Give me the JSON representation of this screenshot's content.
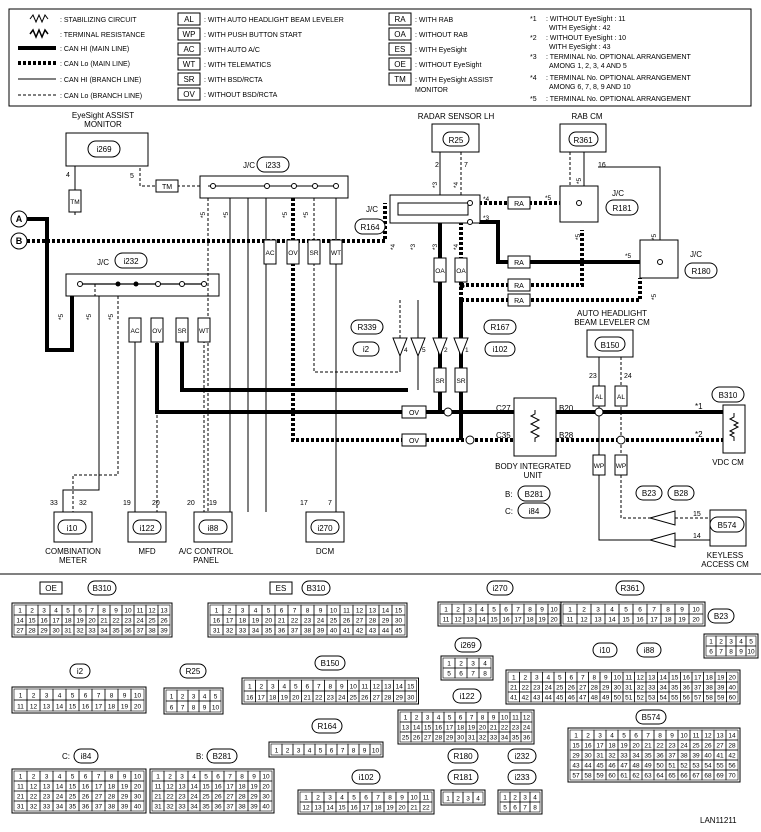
{
  "legend": {
    "left": [
      {
        "label": ": STABILIZING CIRCUIT",
        "style": "zigzag"
      },
      {
        "label": ": TERMINAL RESISTANCE",
        "style": "resistor"
      },
      {
        "label": ": CAN HI (MAIN LINE)",
        "style": "thick-solid"
      },
      {
        "label": ": CAN Lo (MAIN LINE)",
        "style": "thick-dotted"
      },
      {
        "label": ": CAN HI (BRANCH LINE)",
        "style": "thin-solid"
      },
      {
        "label": ": CAN Lo (BRANCH LINE)",
        "style": "thin-dashed"
      }
    ],
    "mid": [
      {
        "code": "AL",
        "label": ": WITH AUTO HEADLIGHT BEAM LEVELER"
      },
      {
        "code": "WP",
        "label": ": WITH PUSH BUTTON START"
      },
      {
        "code": "AC",
        "label": ": WITH AUTO A/C"
      },
      {
        "code": "WT",
        "label": ": WITH TELEMATICS"
      },
      {
        "code": "SR",
        "label": ": WITH BSD/RCTA"
      },
      {
        "code": "OV",
        "label": ": WITHOUT BSD/RCTA"
      }
    ],
    "right": [
      {
        "code": "RA",
        "label": ": WITH RAB"
      },
      {
        "code": "OA",
        "label": ": WITHOUT RAB"
      },
      {
        "code": "ES",
        "label": ": WITH EyeSight"
      },
      {
        "code": "OE",
        "label": ": WITHOUT EyeSight"
      },
      {
        "code": "TM",
        "label": ": WITH EyeSight ASSIST",
        "label2": "MONITOR"
      }
    ],
    "notes": [
      {
        "mark": "*1",
        "lines": [
          ": WITHOUT EyeSight : 11",
          "WITH EyeSight : 42"
        ]
      },
      {
        "mark": "*2",
        "lines": [
          ": WITHOUT EyeSight : 10",
          "WITH EyeSight : 43"
        ]
      },
      {
        "mark": "*3",
        "lines": [
          ": TERMINAL No. OPTIONAL ARRANGEMENT",
          "AMONG 1, 2, 3, 4 AND 5"
        ]
      },
      {
        "mark": "*4",
        "lines": [
          ": TERMINAL No. OPTIONAL ARRANGEMENT",
          "AMONG 6, 7, 8, 9 AND 10"
        ]
      },
      {
        "mark": "*5",
        "lines": [
          ": TERMINAL No. OPTIONAL ARRANGEMENT"
        ]
      }
    ]
  },
  "components": {
    "eyesight_monitor": {
      "name1": "EyeSight ASSIST",
      "name2": "MONITOR",
      "id": "i269"
    },
    "jc_i233": {
      "name": "J/C",
      "id": "i233"
    },
    "jc_i232": {
      "name": "J/C",
      "id": "i232"
    },
    "radar": {
      "name": "RADAR SENSOR LH",
      "id": "R25"
    },
    "rab": {
      "name": "RAB CM",
      "id": "R361"
    },
    "jc_r164": {
      "name": "J/C",
      "id": "R164"
    },
    "jc_r181": {
      "name": "J/C",
      "id": "R181"
    },
    "jc_r180": {
      "name": "J/C",
      "id": "R180"
    },
    "beam_leveler": {
      "name1": "AUTO HEADLIGHT",
      "name2": "BEAM LEVELER CM",
      "id": "B150"
    },
    "vdc": {
      "name": "VDC CM",
      "id": "B310"
    },
    "biu": {
      "name1": "BODY INTEGRATED",
      "name2": "UNIT",
      "id_b": "B281",
      "id_c": "i84",
      "prefix_b": "B:",
      "prefix_c": "C:"
    },
    "keyless": {
      "name1": "KEYLESS",
      "name2": "ACCESS CM",
      "id": "B574"
    },
    "combi": {
      "name1": "COMBINATION",
      "name2": "METER",
      "id": "i10"
    },
    "mfd": {
      "name": "MFD",
      "id": "i122"
    },
    "ac": {
      "name1": "A/C CONTROL",
      "name2": "PANEL",
      "id": "i88"
    },
    "dcm": {
      "name": "DCM",
      "id": "i270"
    },
    "conn_r339": "R339",
    "conn_i2": "i2",
    "conn_r167": "R167",
    "conn_i102": "i102",
    "conn_b23": "B23",
    "conn_b28": "B28"
  },
  "inputs": {
    "a": "A",
    "b": "B"
  },
  "codes": {
    "tm": "TM",
    "ac": "AC",
    "ov": "OV",
    "sr": "SR",
    "wt": "WT",
    "ra": "RA",
    "oa": "OA",
    "al": "AL",
    "wp": "WP"
  },
  "terminals": {
    "t4": "4",
    "t5": "5",
    "t2": "2",
    "t7": "7",
    "t6": "6",
    "t16": "16",
    "t23": "23",
    "t24": "24",
    "c27": "C27",
    "b20": "B20",
    "c35": "C35",
    "b28": "B28",
    "s1": "*1",
    "s2": "*2",
    "s3": "*3",
    "s4": "*4",
    "s5": "*5",
    "t33": "33",
    "t32": "32",
    "t19": "19",
    "t20": "20",
    "t17": "17",
    "t14": "14",
    "t15": "15",
    "t1": "1"
  },
  "connector_tables": {
    "oe_tag": "OE",
    "oe_id": "B310",
    "es_tag": "ES",
    "es_id": "B310",
    "i270": "i270",
    "r361": "R361",
    "b23": "B23",
    "i269": "i269",
    "i10": "i10",
    "i88": "i88",
    "i2": "i2",
    "r25": "R25",
    "b150": "B150",
    "i122": "i122",
    "r164": "R164",
    "b574": "B574",
    "c_label": "C:",
    "i84": "i84",
    "b_label": "B:",
    "b281": "B281",
    "r180": "R180",
    "i232": "i232",
    "r181": "R181",
    "i233": "i233",
    "i102": "i102"
  },
  "footer": {
    "code": "LAN11211"
  }
}
